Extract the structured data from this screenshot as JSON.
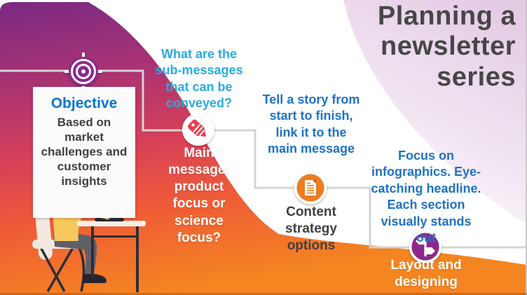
{
  "slide": {
    "title": "Planning a newsletter series"
  },
  "objective": {
    "icon": "target-icon",
    "heading": "Objective",
    "body": "Based on market challenges and customer insights"
  },
  "steps": [
    {
      "icon": "tag-icon",
      "question": "What are the sub-messages that can be conveyed?",
      "label": "Main message: product focus or science focus?"
    },
    {
      "icon": "document-icon",
      "question": "Tell a story from start to finish, link it to the main message",
      "label": "Content strategy options"
    },
    {
      "icon": "signpost-icon",
      "question": "Focus on infographics. Eye-catching headline. Each section visually stands out",
      "label": "Layout and designing"
    }
  ],
  "colors": {
    "question_cyan": "#29ABE2",
    "question_blue": "#1F72C4",
    "objective_heading_blue": "#0077CC",
    "dark_text": "#3F3F45",
    "title_gray": "#474747",
    "icon_purple": "#8B2B8C",
    "icon_red": "#E5414E",
    "icon_orange": "#ED7D23",
    "gradient_top_purple": "#7B2A84",
    "gradient_bottom_orange": "#F58520",
    "connector_gray": "#D4D4D4"
  }
}
